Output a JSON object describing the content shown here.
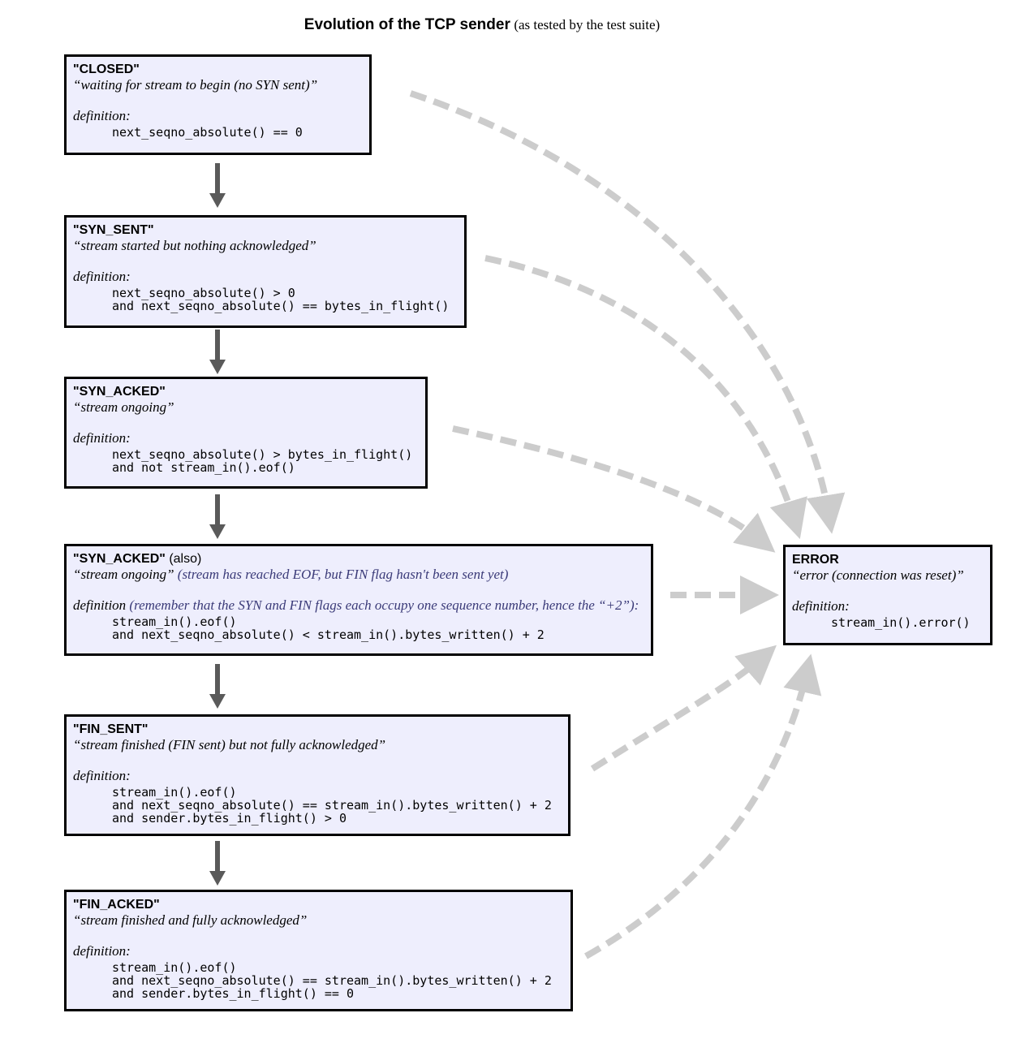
{
  "title": {
    "main": "Evolution of the TCP sender",
    "sub": "(as tested by the test suite)"
  },
  "colors": {
    "box_fill": "#eeeefd",
    "box_border": "#000000",
    "flow_arrow": "#5a5a5a",
    "error_arrow": "#cccccc",
    "note_text": "#3a3a78"
  },
  "states": [
    {
      "name": "\"CLOSED\"",
      "desc": "“waiting for stream to begin (no SYN sent)”",
      "def_label": "definition:",
      "def_lines": [
        "next_seqno_absolute() == 0"
      ]
    },
    {
      "name": "\"SYN_SENT\"",
      "desc": "“stream started but nothing acknowledged”",
      "def_label": "definition:",
      "def_lines": [
        "next_seqno_absolute() > 0",
        "and next_seqno_absolute() == bytes_in_flight()"
      ]
    },
    {
      "name": "\"SYN_ACKED\"",
      "desc": "“stream ongoing”",
      "def_label": "definition:",
      "def_lines": [
        "next_seqno_absolute() > bytes_in_flight()",
        "and not stream_in().eof()"
      ]
    },
    {
      "name": "\"SYN_ACKED\"",
      "name_suffix": "(also)",
      "desc": "“stream ongoing”",
      "desc_note": "(stream has reached EOF, but FIN flag hasn't been sent yet)",
      "def_label": "definition",
      "def_note": "(remember that the SYN and FIN flags each occupy one sequence number, hence the “+2”):",
      "def_lines": [
        "stream_in().eof()",
        "and next_seqno_absolute() < stream_in().bytes_written() + 2"
      ]
    },
    {
      "name": "\"FIN_SENT\"",
      "desc": "“stream finished (FIN sent) but not fully acknowledged”",
      "def_label": "definition:",
      "def_lines": [
        "stream_in().eof()",
        "and next_seqno_absolute() == stream_in().bytes_written() + 2",
        "and sender.bytes_in_flight() > 0"
      ]
    },
    {
      "name": "\"FIN_ACKED\"",
      "desc": "“stream finished and fully acknowledged”",
      "def_label": "definition:",
      "def_lines": [
        "stream_in().eof()",
        "and next_seqno_absolute() == stream_in().bytes_written() + 2",
        "and sender.bytes_in_flight() == 0"
      ]
    }
  ],
  "error_state": {
    "name": "ERROR",
    "desc": "“error (connection was reset)”",
    "def_label": "definition:",
    "def_lines": [
      "stream_in().error()"
    ]
  }
}
